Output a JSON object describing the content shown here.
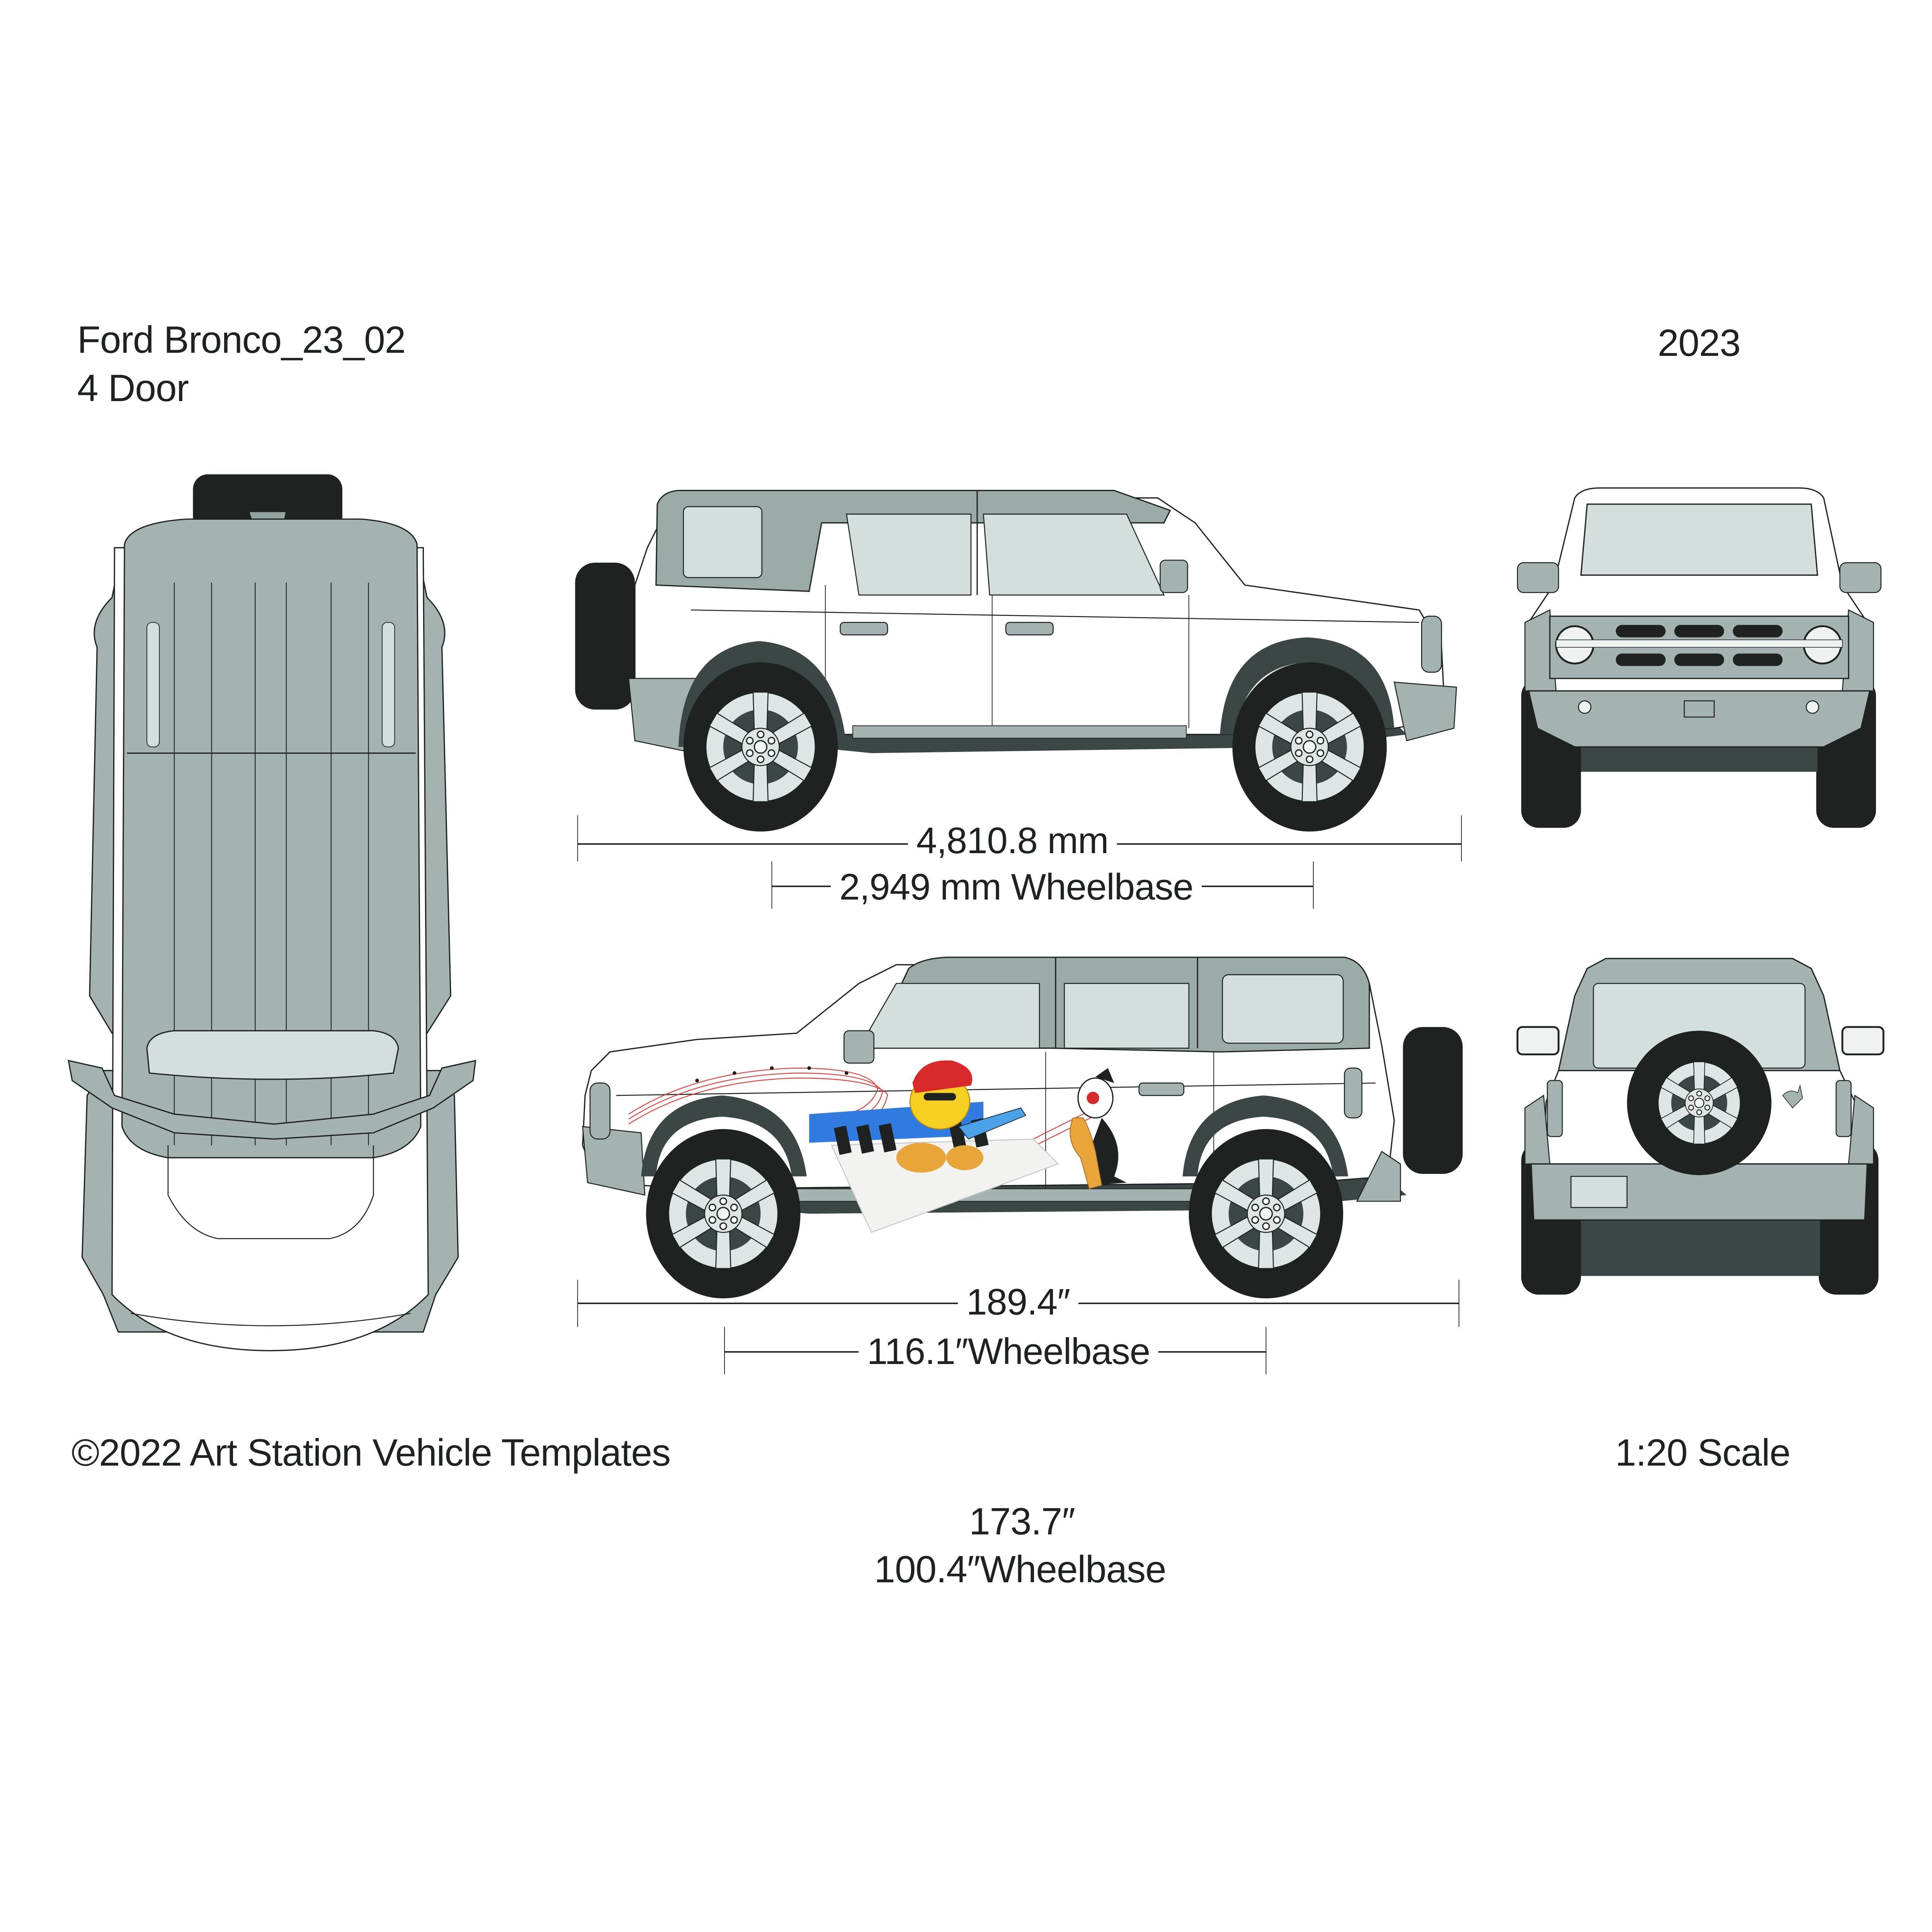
{
  "header": {
    "title": "Ford Bronco_23_02",
    "subtitle": "4 Door",
    "year": "2023"
  },
  "footer": {
    "copyright": "©2022 Art Station Vehicle Templates",
    "scale": "1:20 Scale"
  },
  "views": [
    {
      "id": "top-view",
      "label": "Top view"
    },
    {
      "id": "side-view-passenger",
      "label": "Passenger side view (plain)"
    },
    {
      "id": "front-view",
      "label": "Front view"
    },
    {
      "id": "side-view-driver",
      "label": "Driver side view with cartoon wrap graphic"
    },
    {
      "id": "rear-view",
      "label": "Rear view with spare tire"
    }
  ],
  "dimensions": {
    "side_metric_length": "4,810.8 mm",
    "side_metric_wheelbase": "2,949 mm Wheelbase",
    "side_imperial_length": "189.4″",
    "side_imperial_wheelbase": "116.1″Wheelbase",
    "two_door_length": "173.7″",
    "two_door_wheelbase": "100.4″Wheelbase"
  },
  "graphic": {
    "description": "Looney Tunes-style wrap: yellow bird with red cap playing blue guitar on piano keys, black-and-white cat playing saxophone, red music staff ribbon",
    "colors": {
      "piano_blue": "#2f7be0",
      "staff_red": "#d9302a",
      "bird_yellow": "#f5d020",
      "cap_red": "#d82a2a",
      "sax_gold": "#e8a63a"
    }
  },
  "colors": {
    "body": "#ffffff",
    "roof": "#a4b3b2",
    "glass": "#d3dfdc",
    "trim": "#93a3a1",
    "flare_dark": "#3b4746",
    "tire": "#1e2322",
    "rim": "#dfe5e4",
    "line": "#1e2322"
  }
}
